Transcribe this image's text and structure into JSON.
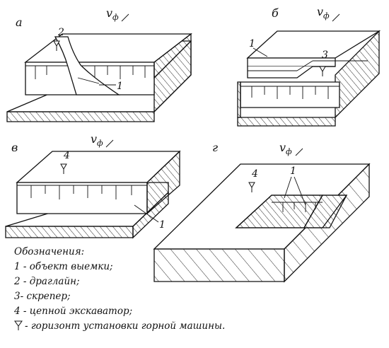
{
  "panels": {
    "a": {
      "letter": "а",
      "velocity": "v",
      "velocity_sub": "ф",
      "num_dragline": "2",
      "num_object": "1"
    },
    "b": {
      "letter": "б",
      "velocity": "v",
      "velocity_sub": "ф",
      "num_object": "1",
      "num_scraper": "3"
    },
    "v": {
      "letter": "в",
      "velocity": "v",
      "velocity_sub": "ф",
      "num_excavator": "4",
      "num_object": "1"
    },
    "g": {
      "letter": "г",
      "velocity": "v",
      "velocity_sub": "ф",
      "num_excavator": "4",
      "num_object": "1"
    }
  },
  "legend": {
    "title": "Обозначения:",
    "items": [
      "1 - объект выемки;",
      "2 - драглайн;",
      "3- скрепер;",
      "4 - цепной экскаватор;",
      "- горизонт установки горной машины."
    ],
    "horizon_symbol": "horizon-marker-icon"
  }
}
